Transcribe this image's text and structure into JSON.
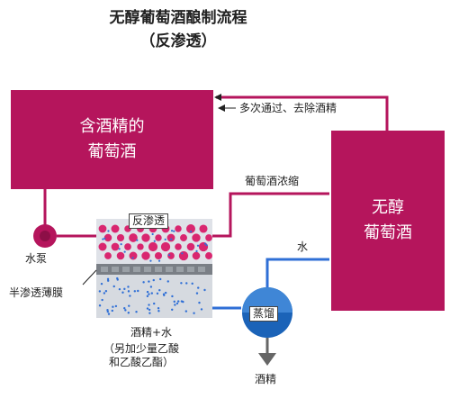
{
  "title": "无醇葡萄酒酿制流程",
  "subtitle": "（反渗透）",
  "boxes": {
    "left": "含酒精的\n葡萄酒",
    "right": "无醇\n葡萄酒"
  },
  "labels": {
    "recirculate": "多次通过、去除酒精",
    "concentrate": "葡萄酒浓缩",
    "water": "水",
    "pump": "水泵",
    "ro_tag": "反渗透",
    "membrane": "半渗透薄膜",
    "distill": "蒸馏",
    "alcohol_water": "酒精+水",
    "acids": "（另加少量乙酸\n和乙酸乙酯）",
    "alcohol": "酒精"
  },
  "colors": {
    "wine": "#b5155c",
    "water_line": "#2f6fd6",
    "membrane": "#7a7f86",
    "tank": "#d6dae0"
  }
}
